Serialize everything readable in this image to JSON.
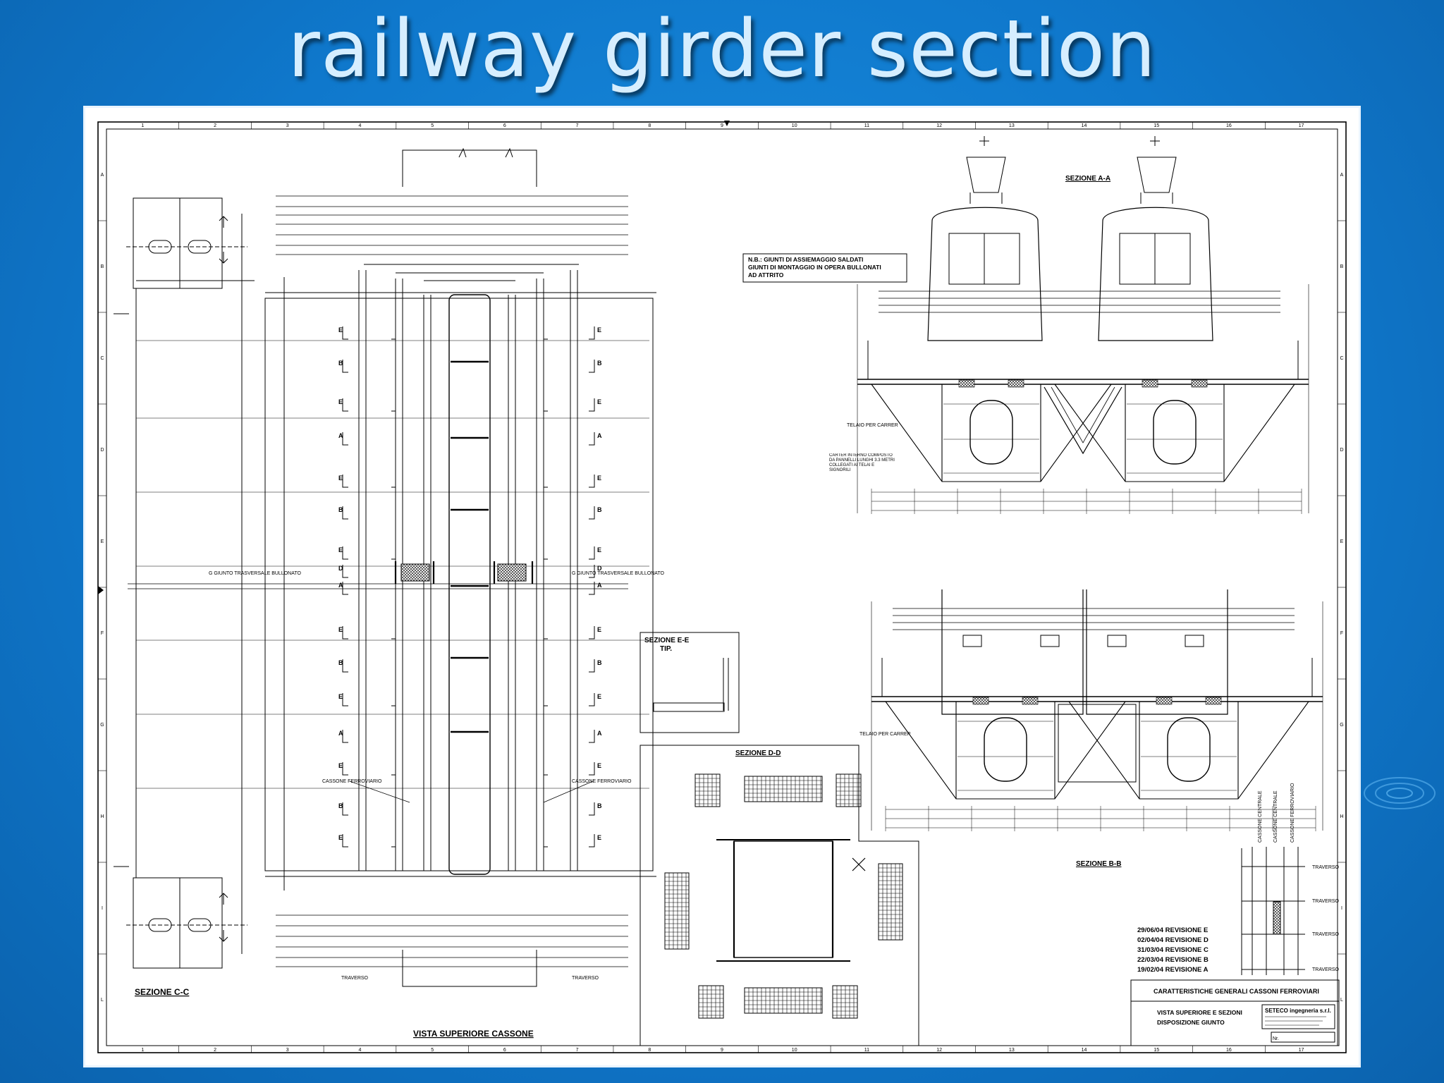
{
  "slide": {
    "title": "railway girder section"
  },
  "drawing": {
    "note_lines": [
      "N.B.: GIUNTI DI ASSIEMAGGIO SALDATI",
      "GIUNTI DI MONTAGGIO IN OPERA BULLONATI",
      "AD ATTRITO"
    ],
    "section_labels": {
      "aa": "SEZIONE A-A",
      "bb": "SEZIONE B-B",
      "cc": "SEZIONE C-C",
      "dd": "SEZIONE D-D",
      "ee": "SEZIONE E-E",
      "ee_sub": "TIP.",
      "plan": "VISTA SUPERIORE CASSONE"
    },
    "plan_callouts": {
      "giunto_left": "G GIUNTO TRASVERSALE BULLONATO",
      "giunto_right": "G GIUNTO TRASVERSALE BULLONATO",
      "cassone_left": "CASSONE FERROVIARIO",
      "cassone_right": "CASSONE FERROVIARIO",
      "traverso": "TRAVERSO"
    },
    "aa_callouts": {
      "telaio": "TELAIO PER CARRER",
      "carter": "CARTER INTERNO COMPOSTO DA PANNELLI LUNGHI 3.3 METRI COLLEGATI AI TELAI E SIGNORILI"
    },
    "bb_callouts": {
      "telaio": "TELAIO PER CARRER"
    },
    "revisions": [
      "29/06/04 REVISIONE E",
      "02/04/04 REVISIONE D",
      "31/03/04 REVISIONE C",
      "22/03/04 REVISIONE B",
      "19/02/04 REVISIONE A"
    ],
    "title_block": {
      "title": "CARATTERISTICHE GENERALI CASSONI FERROVIARI",
      "subtitle_1": "VISTA SUPERIORE E SEZIONI",
      "subtitle_2": "DISPOSIZIONE GIUNTO",
      "company": "SETECO ingegneria s.r.l.",
      "sheet_label": "Nr."
    },
    "key_diagram": {
      "header_1": "CASSONE CENTRALE",
      "header_2": "CASSONE CENTRALE",
      "header_3": "CASSONE FERROVIARIO",
      "labels": [
        "TRAVERSO",
        "TRAVERSO",
        "TRAVERSO",
        "TRAVERSO"
      ]
    },
    "column_numbers": [
      "1",
      "2",
      "3",
      "4",
      "5",
      "6",
      "7",
      "8",
      "9",
      "10",
      "11",
      "12",
      "13",
      "14",
      "15",
      "16",
      "17"
    ],
    "row_letters": [
      "A",
      "B",
      "C",
      "D",
      "E",
      "F",
      "G",
      "H",
      "I",
      "L"
    ],
    "section_cut_markers": {
      "left": [
        "E",
        "B",
        "E",
        "A",
        "E",
        "B",
        "E",
        "D",
        "A",
        "E",
        "B",
        "E",
        "A",
        "E",
        "B",
        "E"
      ],
      "right": [
        "E",
        "B",
        "E",
        "A",
        "E",
        "B",
        "E",
        "D",
        "A",
        "E",
        "B",
        "E",
        "A",
        "E",
        "B",
        "E"
      ]
    }
  }
}
